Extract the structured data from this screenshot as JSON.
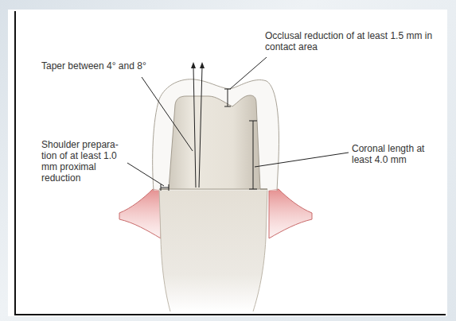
{
  "diagram": {
    "labels": [
      "Taper between 4° and 8°",
      "Occlusal reduction of at least 1.5 mm in contact area",
      "Shoulder prepara- tion of at least 1.0 mm proximal reduction",
      "Coronal length at least 4.0 mm"
    ]
  }
}
